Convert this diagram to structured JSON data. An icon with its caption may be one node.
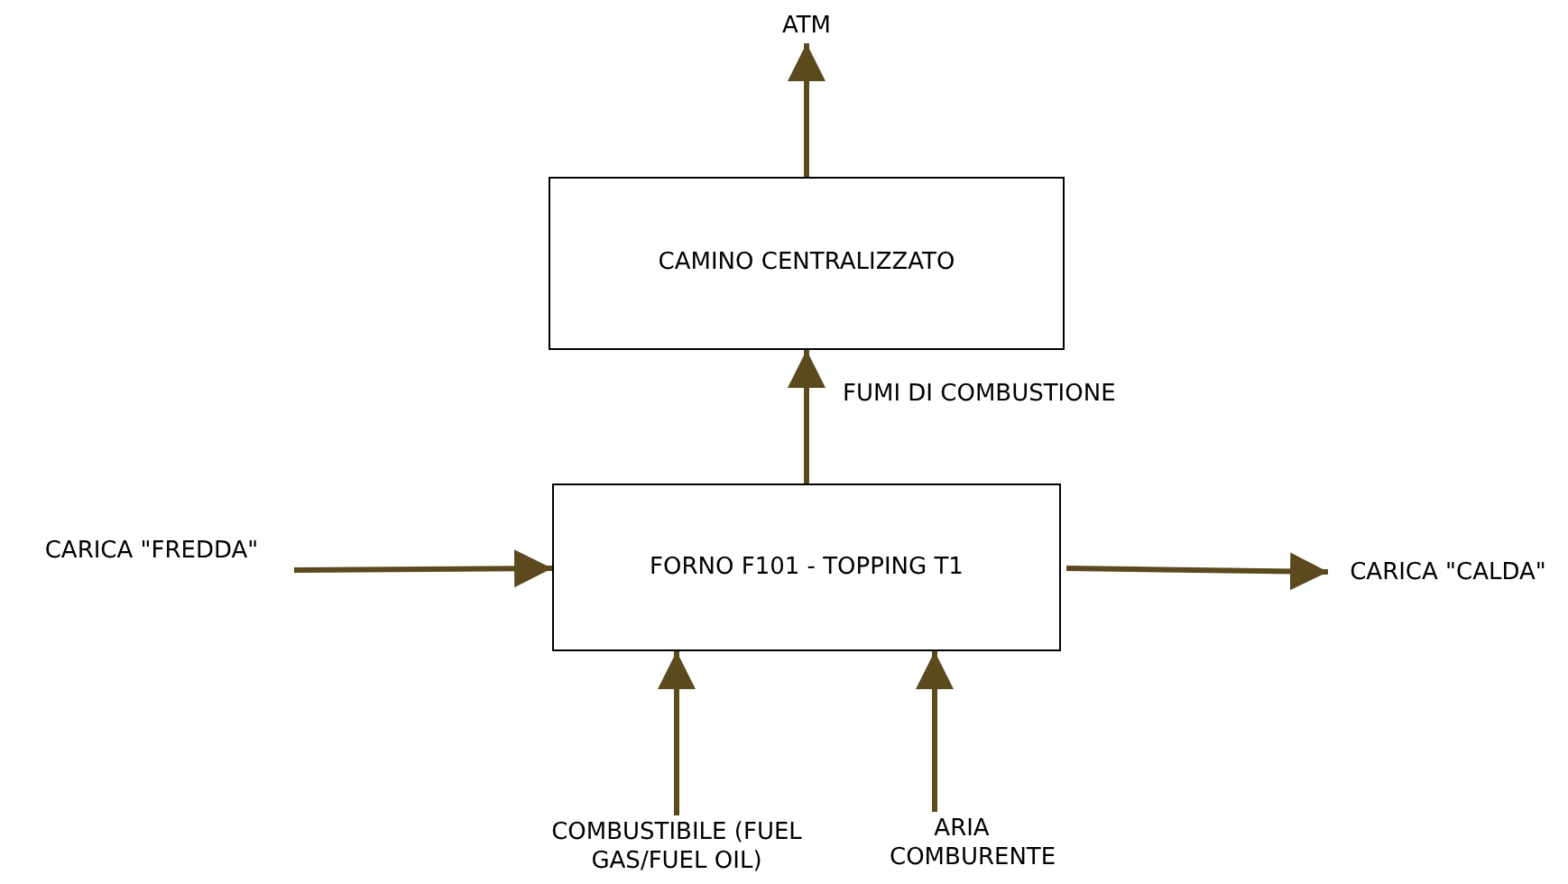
{
  "diagram": {
    "nodes": [
      {
        "text": [
          "ATM"
        ]
      },
      {
        "text": [
          "CAMINO CENTRALIZZATO"
        ]
      },
      {
        "text": [
          "FORNO F101 - TOPPING T1"
        ]
      },
      {
        "text": [
          "CARICA \"FREDDA\""
        ]
      },
      {
        "text": [
          "CARICA \"CALDA\""
        ]
      },
      {
        "text": [
          "COMBUSTIBILE (FUEL GAS/FUEL OIL)"
        ]
      },
      {
        "text": [
          "ARIA COMBURENTE"
        ]
      }
    ],
    "edges": [
      {
        "from": 1,
        "to": 0,
        "arrow": "to"
      },
      {
        "from": 2,
        "to": 1,
        "arrow": "to",
        "label": "FUMI DI COMBUSTIONE"
      },
      {
        "from": 3,
        "to": 2,
        "arrow": "to"
      },
      {
        "from": 2,
        "to": 4,
        "arrow": "to"
      },
      {
        "from": 5,
        "to": 2,
        "arrow": "to"
      },
      {
        "from": 6,
        "to": 2,
        "arrow": "to"
      }
    ]
  }
}
